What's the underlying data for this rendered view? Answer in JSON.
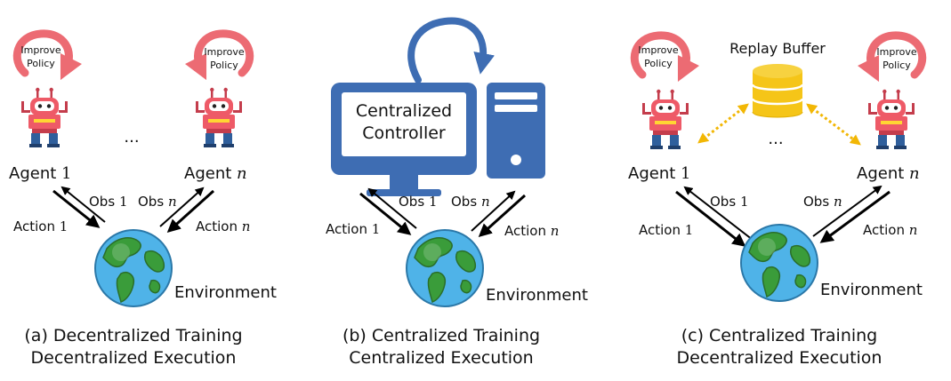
{
  "colors": {
    "robot_head": "#ee5a67",
    "robot_dark": "#c43d4c",
    "robot_eye": "#ffffff",
    "robot_belt": "#ffd633",
    "robot_legs": "#2f5f9c",
    "improve_arrow": "#ec6b73",
    "controller_blue": "#3e6db3",
    "replay_gold": "#f5c518",
    "dotted_arrow": "#f2b705",
    "earth_ocean": "#4fb3e8",
    "earth_land": "#3a9c3a"
  },
  "icons": [
    "robot-icon",
    "improve-policy-arrow-icon",
    "earth-icon",
    "monitor-icon",
    "computer-tower-icon",
    "database-icon",
    "cycle-arrow-icon"
  ],
  "panel_a": {
    "agent_left": {
      "label": "Agent",
      "index": "1"
    },
    "agent_right": {
      "label": "Agent",
      "index": "n"
    },
    "ellipsis": "...",
    "improve": {
      "line1": "Improve",
      "line2": "Policy"
    },
    "obs_left": {
      "label": "Obs",
      "index": "1"
    },
    "obs_right": {
      "label": "Obs",
      "index": "n"
    },
    "action_left": {
      "label": "Action",
      "index": "1"
    },
    "action_right": {
      "label": "Action",
      "index": "n"
    },
    "environment": "Environment",
    "caption": {
      "line1": "(a) Decentralized Training",
      "line2": "Decentralized Execution"
    }
  },
  "panel_b": {
    "controller": {
      "line1": "Centralized",
      "line2": "Controller"
    },
    "obs_left": {
      "label": "Obs",
      "index": "1"
    },
    "obs_right": {
      "label": "Obs",
      "index": "n"
    },
    "action_left": {
      "label": "Action",
      "index": "1"
    },
    "action_right": {
      "label": "Action",
      "index": "n"
    },
    "environment": "Environment",
    "caption": {
      "line1": "(b) Centralized Training",
      "line2": "Centralized Execution"
    }
  },
  "panel_c": {
    "replay_buffer": "Replay Buffer",
    "agent_left": {
      "label": "Agent",
      "index": "1"
    },
    "agent_right": {
      "label": "Agent",
      "index": "n"
    },
    "ellipsis": "...",
    "improve": {
      "line1": "Improve",
      "line2": "Policy"
    },
    "obs_left": {
      "label": "Obs",
      "index": "1"
    },
    "obs_right": {
      "label": "Obs",
      "index": "n"
    },
    "action_left": {
      "label": "Action",
      "index": "1"
    },
    "action_right": {
      "label": "Action",
      "index": "n"
    },
    "environment": "Environment",
    "caption": {
      "line1": "(c) Centralized Training",
      "line2": "Decentralized Execution"
    }
  }
}
